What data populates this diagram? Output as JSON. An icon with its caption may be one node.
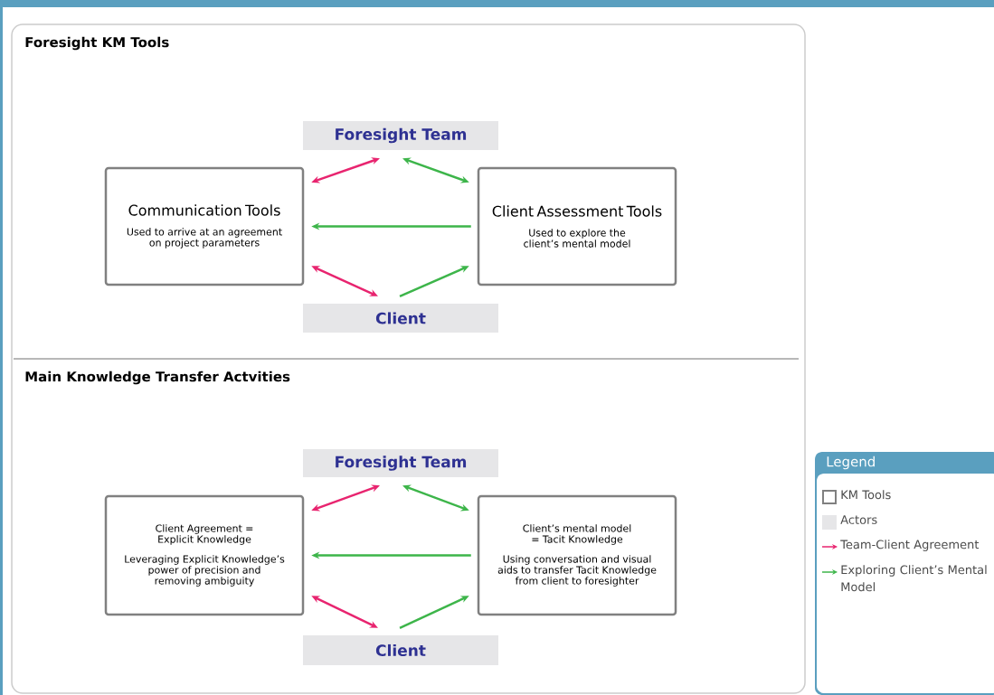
{
  "diagram": {
    "nodes": [
      {
        "text": [
          "Foresight Team"
        ]
      },
      {
        "text": [
          "Communication Tools",
          "Used to arrive at an agreement on project parameters"
        ]
      },
      {
        "text": [
          "Client Assessment Tools",
          "Used to explore the client’s mental model"
        ]
      },
      {
        "text": [
          "Client"
        ]
      },
      {
        "text": [
          "Foresight Team"
        ]
      },
      {
        "text": [
          "Client Agreement = Explicit Knowledge",
          "Leveraging Explicit Knowledge’s power of precision and removing ambiguity"
        ]
      },
      {
        "text": [
          "Client’s mental model = Tacit Knowledge",
          "Using conversation and visual aids to transfer Tacit Knowledge from client to foresighter"
        ]
      },
      {
        "text": [
          "Client"
        ]
      }
    ],
    "edges": [
      {
        "from": 0,
        "to": 1,
        "arrow": "both",
        "color": "#e8246f"
      },
      {
        "from": 0,
        "to": 2,
        "arrow": "both"
      },
      {
        "from": 2,
        "to": 1,
        "arrow": "to"
      },
      {
        "from": 1,
        "to": 3,
        "arrow": "both",
        "color": "#e8246f"
      },
      {
        "from": 3,
        "to": 2,
        "arrow": "to"
      },
      {
        "from": 4,
        "to": 5,
        "arrow": "both",
        "color": "#e8246f"
      },
      {
        "from": 4,
        "to": 6,
        "arrow": "both"
      },
      {
        "from": 6,
        "to": 5,
        "arrow": "to"
      },
      {
        "from": 5,
        "to": 7,
        "arrow": "both",
        "color": "#e8246f"
      },
      {
        "from": 7,
        "to": 6,
        "arrow": "to"
      }
    ],
    "labels": [
      "Foresight KM Tools",
      "Main Knowledge Transfer Actvities",
      "Legend"
    ],
    "legend": [
      {
        "text": "KM Tools"
      },
      {
        "text": "Actors",
        "color": "#e6e6e8"
      },
      {
        "text": "Team-Client Agreement"
      },
      {
        "text": "Exploring Client’s Mental Model"
      }
    ]
  }
}
